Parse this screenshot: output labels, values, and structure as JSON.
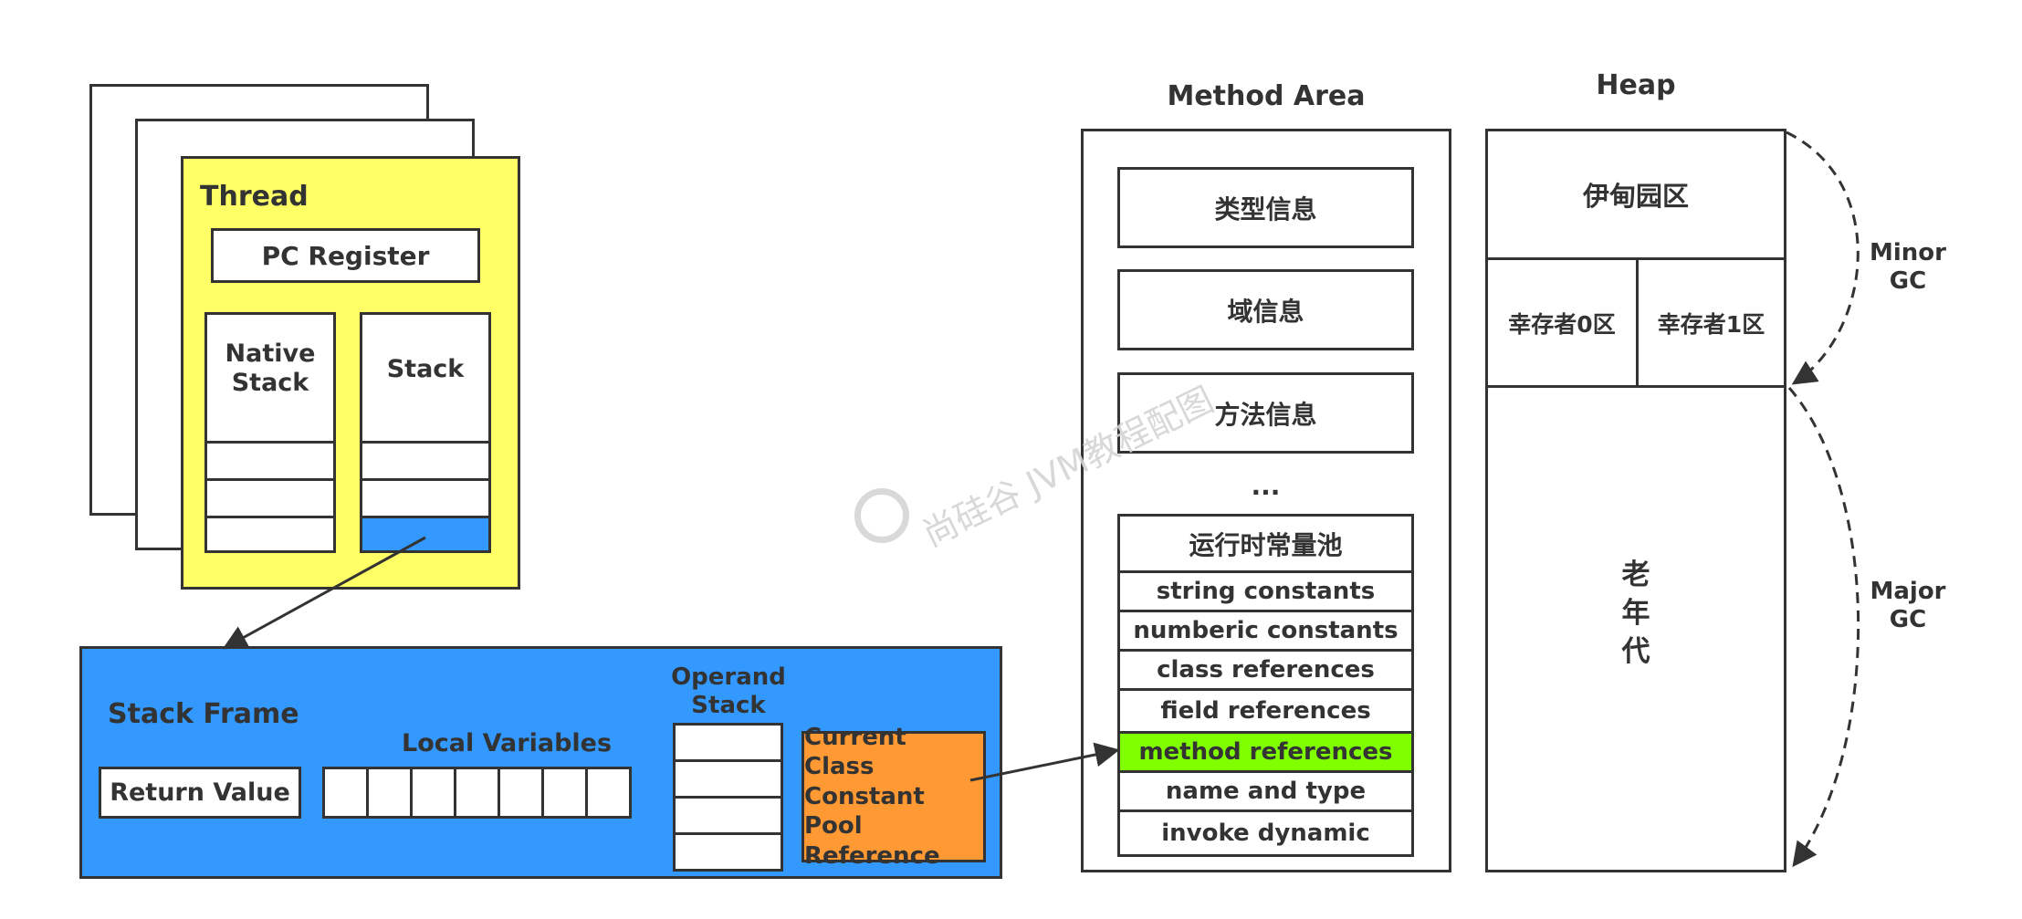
{
  "thread": {
    "title": "Thread",
    "pc_register": "PC Register",
    "native_stack": "Native\nStack",
    "stack": "Stack"
  },
  "stack_frame": {
    "title": "Stack Frame",
    "return_value": "Return Value",
    "local_variables": "Local Variables",
    "operand_stack": "Operand\nStack",
    "current_class_ref": "Current Class\nConstant Pool\nReference"
  },
  "method_area": {
    "title": "Method Area",
    "items": [
      "类型信息",
      "域信息",
      "方法信息"
    ],
    "ellipsis": "...",
    "pool_title": "运行时常量池",
    "pool_entries": [
      "string constants",
      "numberic constants",
      "class references",
      "field references",
      "method references",
      "name and type",
      "invoke dynamic"
    ],
    "highlighted_entry": "method references"
  },
  "heap": {
    "title": "Heap",
    "eden": "伊甸园区",
    "survivor0": "幸存者0区",
    "survivor1": "幸存者1区",
    "old_gen": "老\n年\n代",
    "minor_gc": "Minor\nGC",
    "major_gc": "Major\nGC"
  },
  "watermark": "尚硅谷 JVM教程配图",
  "colors": {
    "thread_fill": "#ffff66",
    "stack_frame_fill": "#3399ff",
    "current_class_fill": "#ff9933",
    "highlight_fill": "#80ff00",
    "stack_top_fill": "#3399ff",
    "line": "#333333"
  }
}
